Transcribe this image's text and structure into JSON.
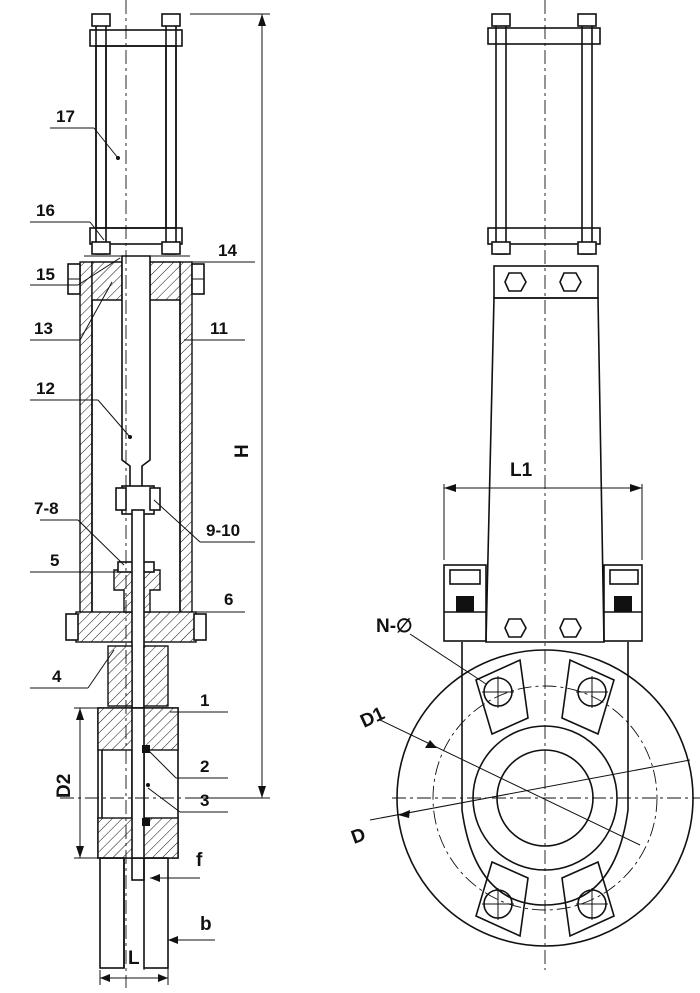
{
  "parts": [
    {
      "id": "p17",
      "label": "17"
    },
    {
      "id": "p16",
      "label": "16"
    },
    {
      "id": "p15",
      "label": "15"
    },
    {
      "id": "p14",
      "label": "14"
    },
    {
      "id": "p13",
      "label": "13"
    },
    {
      "id": "p11",
      "label": "11"
    },
    {
      "id": "p12",
      "label": "12"
    },
    {
      "id": "p7-8",
      "label": "7-8"
    },
    {
      "id": "p9-10",
      "label": "9-10"
    },
    {
      "id": "p5",
      "label": "5"
    },
    {
      "id": "p6",
      "label": "6"
    },
    {
      "id": "p4",
      "label": "4"
    },
    {
      "id": "p1",
      "label": "1"
    },
    {
      "id": "p2",
      "label": "2"
    },
    {
      "id": "p3",
      "label": "3"
    }
  ],
  "dimensions": {
    "H": "H",
    "D2": "D2",
    "f": "f",
    "b": "b",
    "L": "L",
    "L1": "L1",
    "N": "N-∅",
    "D1": "D1",
    "D": "D"
  }
}
